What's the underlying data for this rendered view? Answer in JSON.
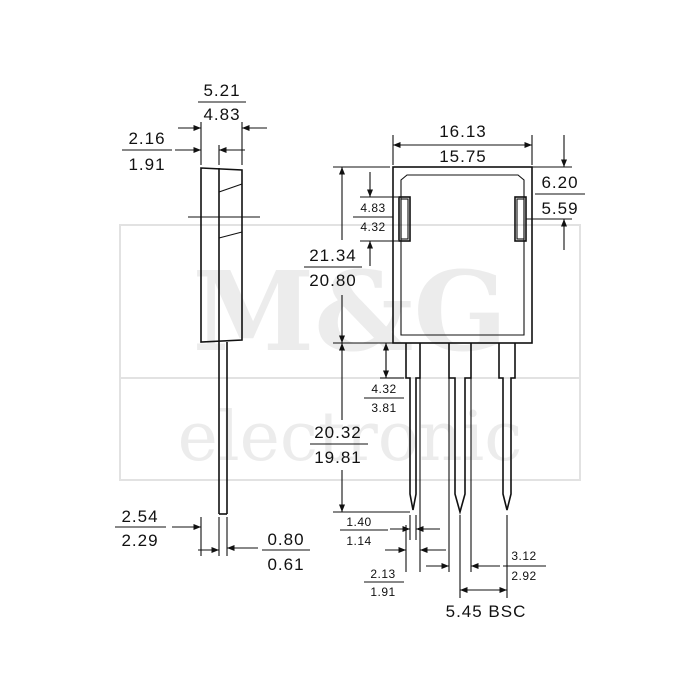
{
  "watermark": {
    "line1": "M&G",
    "line2": "electronic"
  },
  "side_view": {
    "top_width_max": "5.21",
    "top_width_min": "4.83",
    "tab_thickness_max": "2.16",
    "tab_thickness_min": "1.91",
    "body_thickness_max": "2.54",
    "body_thickness_min": "2.29",
    "lead_thickness_max": "0.80",
    "lead_thickness_min": "0.61"
  },
  "front_view": {
    "width_max": "16.13",
    "width_min": "15.75",
    "hole_offset_max": "6.20",
    "hole_offset_min": "5.59",
    "slot_height_max": "4.83",
    "slot_height_min": "4.32",
    "body_height_max": "21.34",
    "body_height_min": "20.80",
    "shoulder_max": "4.32",
    "shoulder_min": "3.81",
    "lead_length_max": "20.32",
    "lead_length_min": "19.81",
    "lead_width_max": "1.40",
    "lead_width_min": "1.14",
    "lead_wide_max": "2.13",
    "lead_wide_min": "1.91",
    "lead_wide2_max": "3.12",
    "lead_wide2_min": "2.92",
    "pitch": "5.45 BSC"
  }
}
